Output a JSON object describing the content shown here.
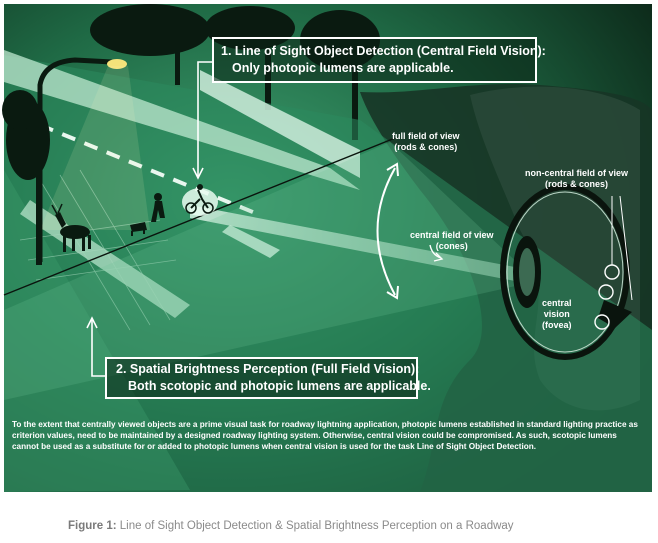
{
  "box1": {
    "title": "1. Line of Sight Object Detection (Central Field Vision):",
    "subtitle": "Only photopic lumens are applicable."
  },
  "box2": {
    "title": "2. Spatial Brightness Perception (Full Field Vision):",
    "subtitle": "Both scotopic and photopic lumens are applicable."
  },
  "labels": {
    "full_field_1": "full field of view",
    "full_field_2": "(rods & cones)",
    "central_field_1": "central field of view",
    "central_field_2": "(cones)",
    "noncentral_1": "non-central field of view",
    "noncentral_2": "(rods & cones)",
    "central_vision_1": "central",
    "central_vision_2": "vision",
    "central_vision_3": "(fovea)"
  },
  "body_text": "To the extent that centrally viewed objects are a prime visual task for roadway lightning application, photopic lumens established in standard lighting practice as criterion values, need to be maintained by a designed roadway lighting system. Otherwise, central vision could be compromised. As such, scotopic lumens cannot be used as a substitute for or added to photopic lumens when central vision is used for the task Line of Sight Object Detection.",
  "caption": {
    "label": "Figure 1:",
    "text": "Line of Sight Object Detection & Spatial Brightness Perception on a Roadway"
  },
  "colors": {
    "background_dark": "#0c1f14",
    "field_green": "#2e8a5c",
    "light_cone": "#c9ecd8",
    "eye_fill": "#1d3a2a",
    "caption_gray": "#8a8a8a"
  }
}
